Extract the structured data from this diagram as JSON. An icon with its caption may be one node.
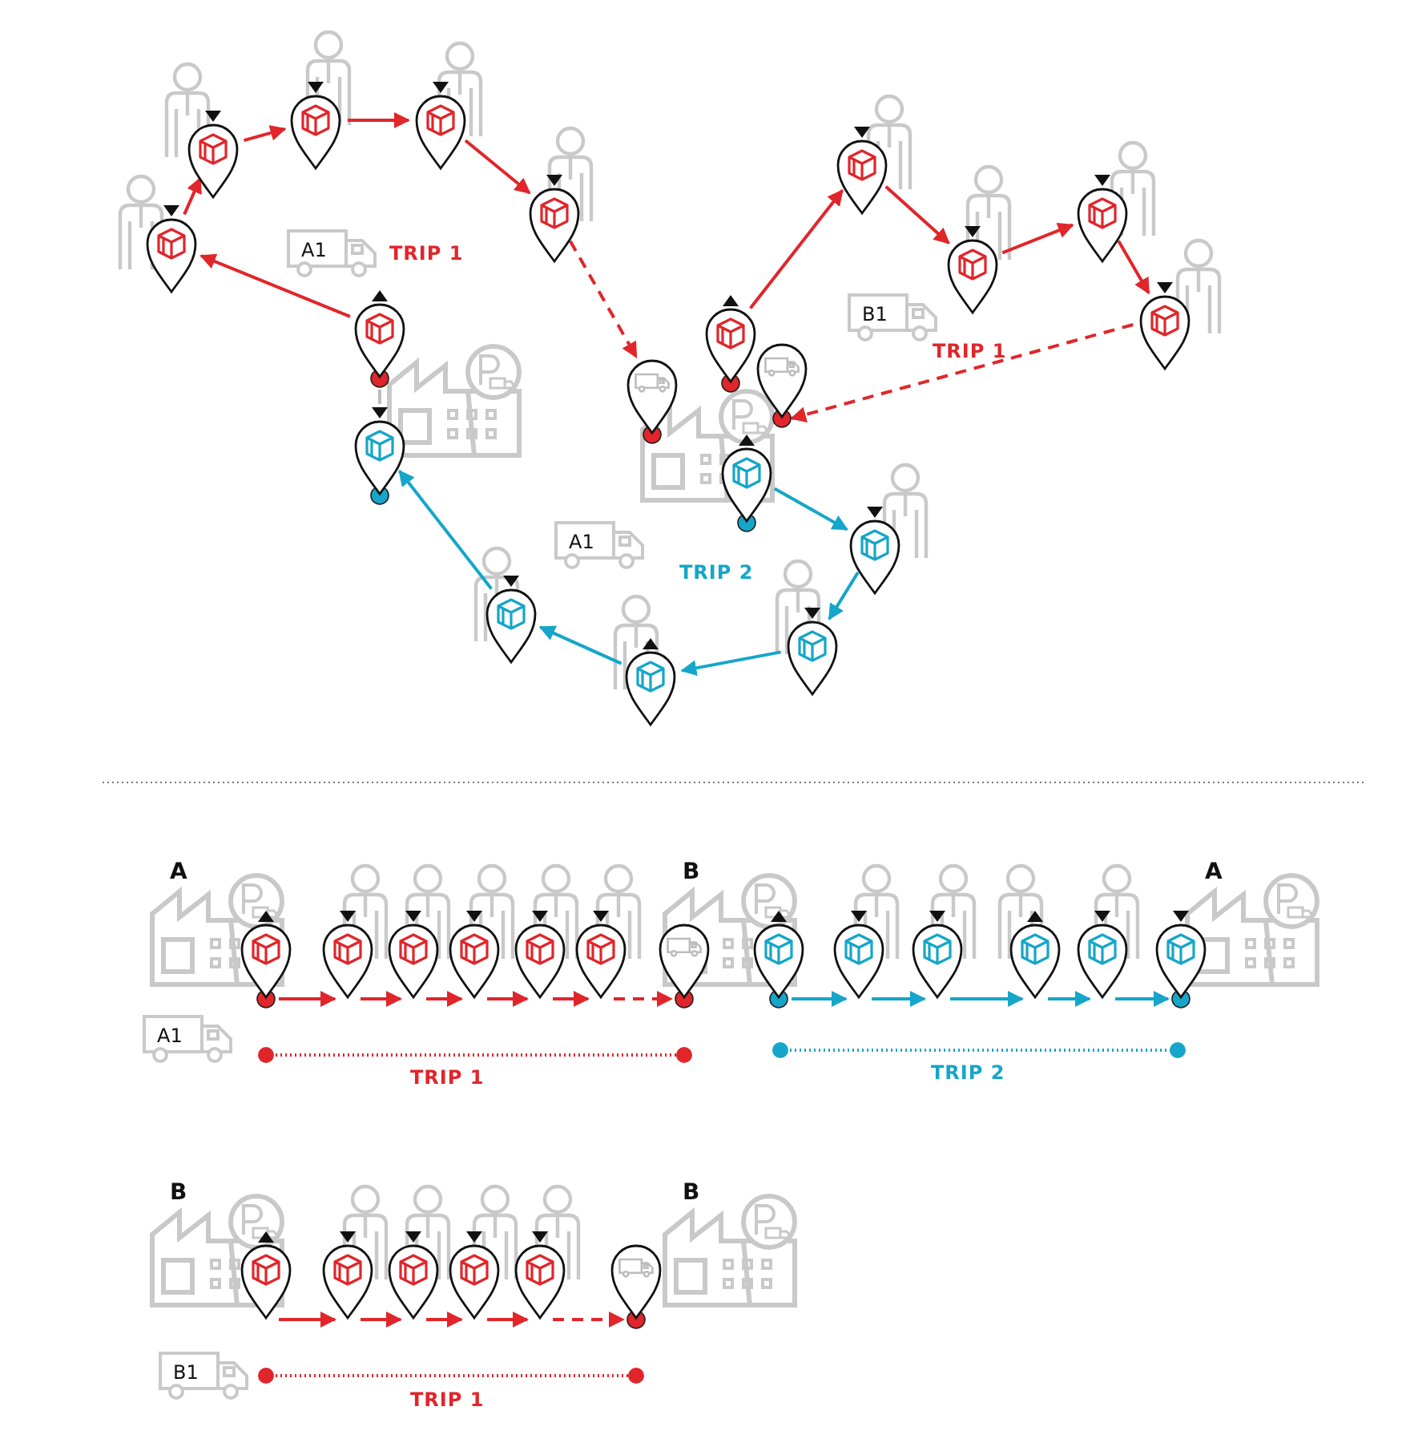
{
  "diagram": {
    "nodes": [
      {
        "text": [],
        "shape": "pin"
      },
      {
        "text": [],
        "shape": "pin"
      },
      {
        "text": [],
        "shape": "pin"
      },
      {
        "text": [],
        "shape": "pin"
      },
      {
        "text": [],
        "shape": "pin"
      },
      {
        "text": [],
        "shape": "pin"
      },
      {
        "text": [],
        "shape": "pin"
      },
      {
        "text": [],
        "shape": "pin"
      },
      {
        "text": [],
        "shape": "pin"
      },
      {
        "text": [],
        "shape": "pin"
      },
      {
        "text": [],
        "shape": "pin"
      },
      {
        "text": [],
        "shape": "pin"
      },
      {
        "text": [],
        "shape": "pin"
      },
      {
        "text": [],
        "shape": "pin"
      },
      {
        "text": [],
        "shape": "pin"
      },
      {
        "text": [],
        "shape": "pin"
      },
      {
        "text": [],
        "shape": "pin"
      },
      {
        "text": [],
        "shape": "pin"
      },
      {
        "text": [],
        "shape": "pin"
      },
      {
        "text": [
          "A1"
        ]
      },
      {
        "text": [
          "B1"
        ]
      },
      {
        "text": [
          "A1"
        ]
      },
      {
        "text": [
          "A"
        ]
      },
      {
        "text": [
          "B"
        ]
      },
      {
        "text": [
          "A"
        ]
      },
      {
        "text": [],
        "shape": "pin"
      },
      {
        "text": [],
        "shape": "pin"
      },
      {
        "text": [],
        "shape": "pin"
      },
      {
        "text": [],
        "shape": "pin"
      },
      {
        "text": [],
        "shape": "pin"
      },
      {
        "text": [],
        "shape": "pin"
      },
      {
        "text": [],
        "shape": "pin"
      },
      {
        "text": [],
        "shape": "pin"
      },
      {
        "text": [],
        "shape": "pin"
      },
      {
        "text": [],
        "shape": "pin"
      },
      {
        "text": [],
        "shape": "pin"
      },
      {
        "text": [],
        "shape": "pin"
      },
      {
        "text": [],
        "shape": "pin"
      },
      {
        "text": [
          "A1"
        ]
      },
      {
        "text": [
          "B"
        ]
      },
      {
        "text": [
          "B"
        ]
      },
      {
        "text": [],
        "shape": "pin"
      },
      {
        "text": [],
        "shape": "pin"
      },
      {
        "text": [],
        "shape": "pin"
      },
      {
        "text": [],
        "shape": "pin"
      },
      {
        "text": [],
        "shape": "pin"
      },
      {
        "text": [],
        "shape": "pin"
      },
      {
        "text": [
          "B1"
        ]
      }
    ],
    "edges": [
      {
        "from": 0,
        "to": 1,
        "arrow": "to"
      },
      {
        "from": 1,
        "to": 2,
        "arrow": "to"
      },
      {
        "from": 2,
        "to": 3,
        "arrow": "to"
      },
      {
        "from": 3,
        "to": 4,
        "arrow": "to"
      },
      {
        "from": 4,
        "to": 5,
        "arrow": "to"
      },
      {
        "from": 5,
        "to": 6,
        "arrow": "to",
        "style": "dashed"
      },
      {
        "from": 0,
        "to": 12,
        "arrow": "none",
        "color": "#bbbbbb"
      },
      {
        "from": 7,
        "to": 8,
        "arrow": "to",
        "color": "#15a6c9"
      },
      {
        "from": 8,
        "to": 9,
        "arrow": "to",
        "color": "#15a6c9"
      },
      {
        "from": 9,
        "to": 10,
        "arrow": "to",
        "color": "#15a6c9"
      },
      {
        "from": 10,
        "to": 11,
        "arrow": "to",
        "color": "#15a6c9"
      },
      {
        "from": 11,
        "to": 12,
        "arrow": "to",
        "color": "#15a6c9"
      },
      {
        "from": 13,
        "to": 14,
        "arrow": "to"
      },
      {
        "from": 14,
        "to": 15,
        "arrow": "to"
      },
      {
        "from": 15,
        "to": 16,
        "arrow": "to"
      },
      {
        "from": 16,
        "to": 17,
        "arrow": "to"
      },
      {
        "from": 17,
        "to": 18,
        "arrow": "to",
        "style": "dashed"
      },
      {
        "from": 25,
        "to": 26,
        "arrow": "to"
      },
      {
        "from": 26,
        "to": 27,
        "arrow": "to"
      },
      {
        "from": 27,
        "to": 28,
        "arrow": "to"
      },
      {
        "from": 28,
        "to": 29,
        "arrow": "to"
      },
      {
        "from": 29,
        "to": 30,
        "arrow": "to"
      },
      {
        "from": 30,
        "to": 31,
        "arrow": "to",
        "style": "dashed"
      },
      {
        "from": 32,
        "to": 33,
        "arrow": "to",
        "color": "#15a6c9"
      },
      {
        "from": 33,
        "to": 34,
        "arrow": "to",
        "color": "#15a6c9"
      },
      {
        "from": 34,
        "to": 35,
        "arrow": "to",
        "color": "#15a6c9"
      },
      {
        "from": 35,
        "to": 36,
        "arrow": "to",
        "color": "#15a6c9"
      },
      {
        "from": 36,
        "to": 37,
        "arrow": "to",
        "color": "#15a6c9"
      },
      {
        "from": 41,
        "to": 42,
        "arrow": "to"
      },
      {
        "from": 42,
        "to": 43,
        "arrow": "to"
      },
      {
        "from": 43,
        "to": 44,
        "arrow": "to"
      },
      {
        "from": 44,
        "to": 45,
        "arrow": "to"
      },
      {
        "from": 45,
        "to": 46,
        "arrow": "to",
        "style": "dashed"
      }
    ],
    "labels": [
      "TRIP 1",
      "TRIP 1",
      "TRIP 2",
      "TRIP 1",
      "TRIP 2",
      "TRIP 1"
    ]
  }
}
